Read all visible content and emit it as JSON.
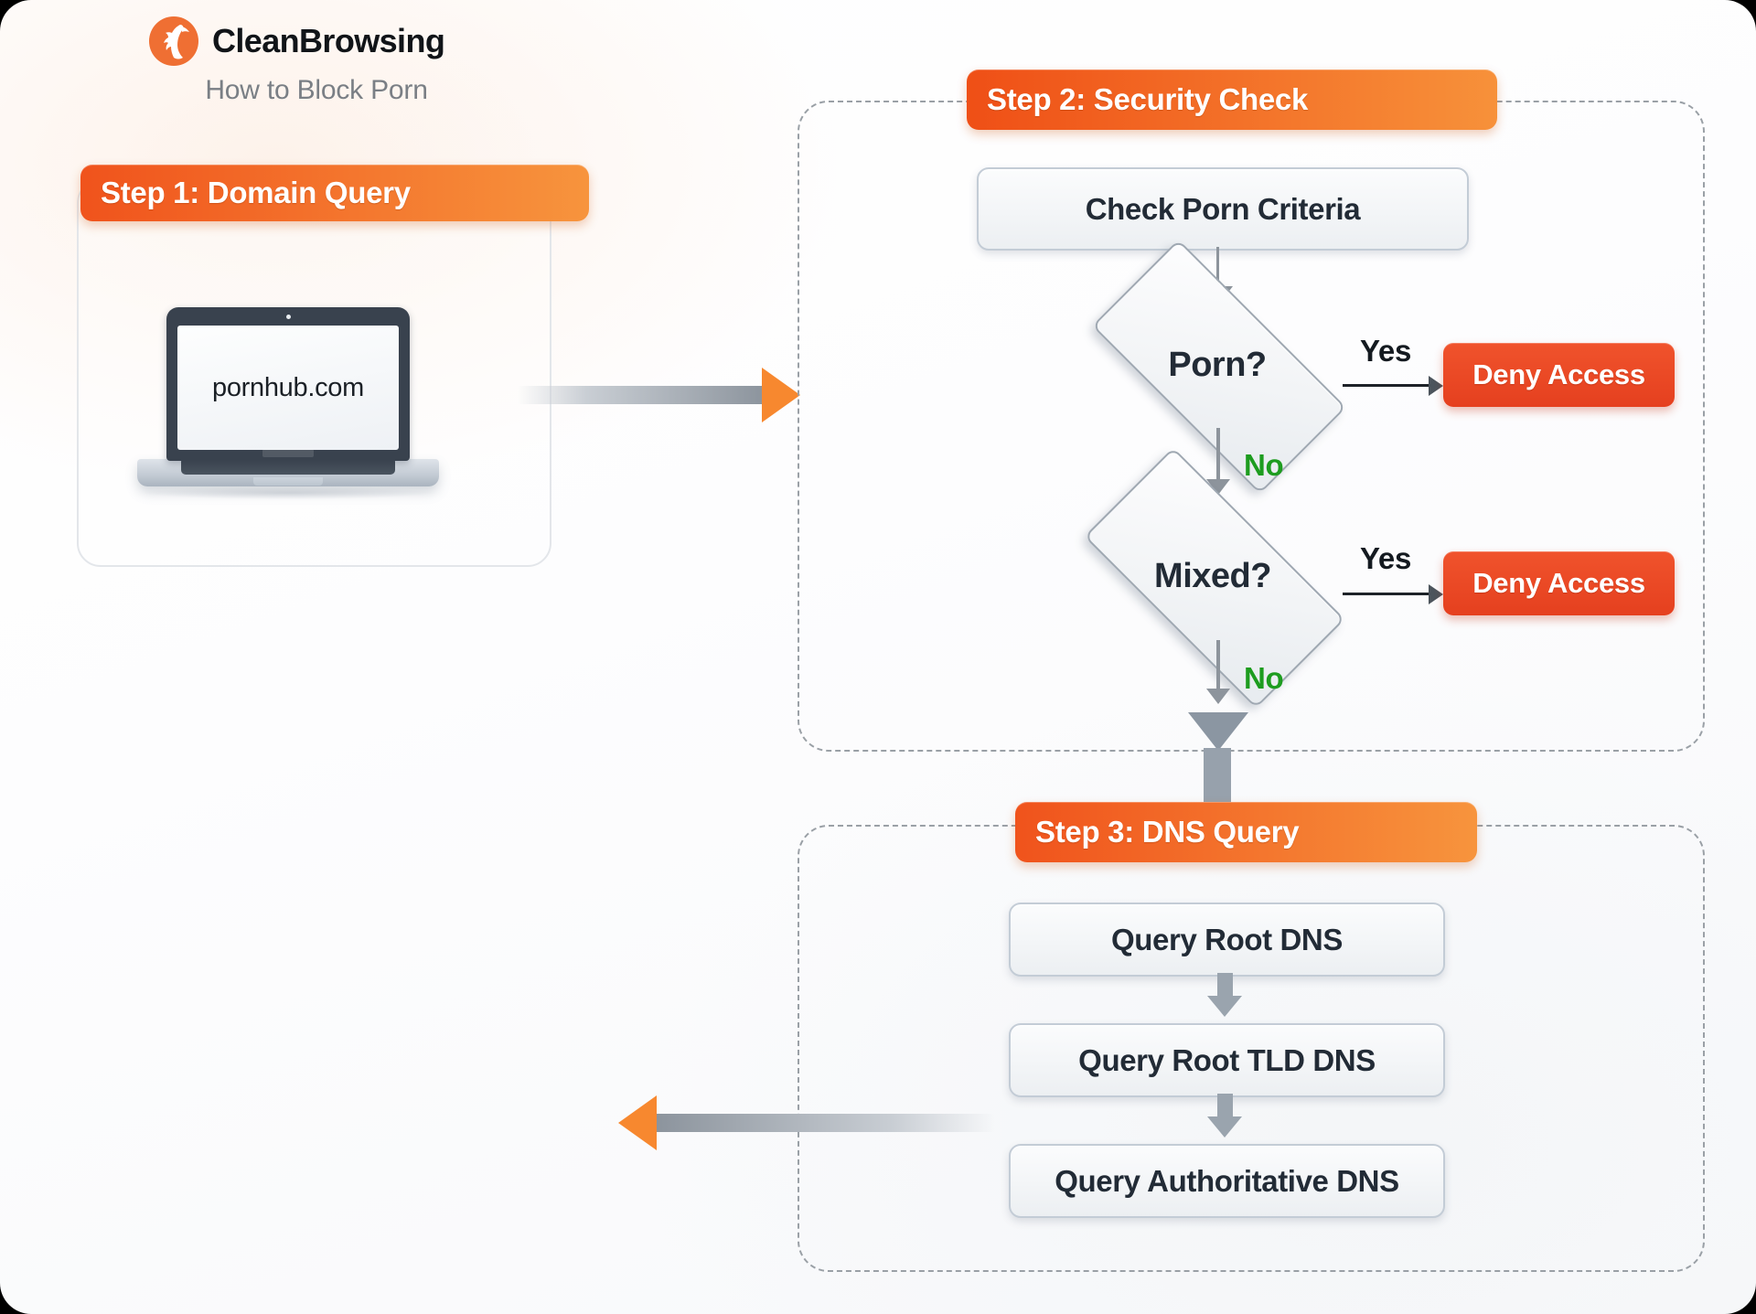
{
  "brand": {
    "name": "CleanBrowsing",
    "subtitle": "How to Block Porn",
    "logo_icon": "wolf-head-icon",
    "accent_orange": "#f2702a",
    "accent_red": "#e5401f",
    "accent_green": "#1d9c1f"
  },
  "steps": [
    {
      "id": "step1",
      "badge": "Step 1: Domain Query",
      "laptop": {
        "screen_text": "pornhub.com"
      }
    },
    {
      "id": "step2",
      "badge": "Step 2: Security Check",
      "process": "Check Porn Criteria",
      "decisions": [
        {
          "label": "Porn?",
          "yes_label": "Yes",
          "no_label": "No",
          "yes_target": "Deny Access"
        },
        {
          "label": "Mixed?",
          "yes_label": "Yes",
          "no_label": "No",
          "yes_target": "Deny Access"
        }
      ],
      "deny_label": "Deny Access"
    },
    {
      "id": "step3",
      "badge": "Step 3: DNS Query",
      "boxes": [
        "Query Root DNS",
        "Query Root TLD DNS",
        "Query Authoritative DNS"
      ]
    }
  ],
  "connectors": {
    "query_out": "arrow-right-orange",
    "response_back": "arrow-left-orange",
    "step2_to_step3": "thick-down-arrow"
  }
}
